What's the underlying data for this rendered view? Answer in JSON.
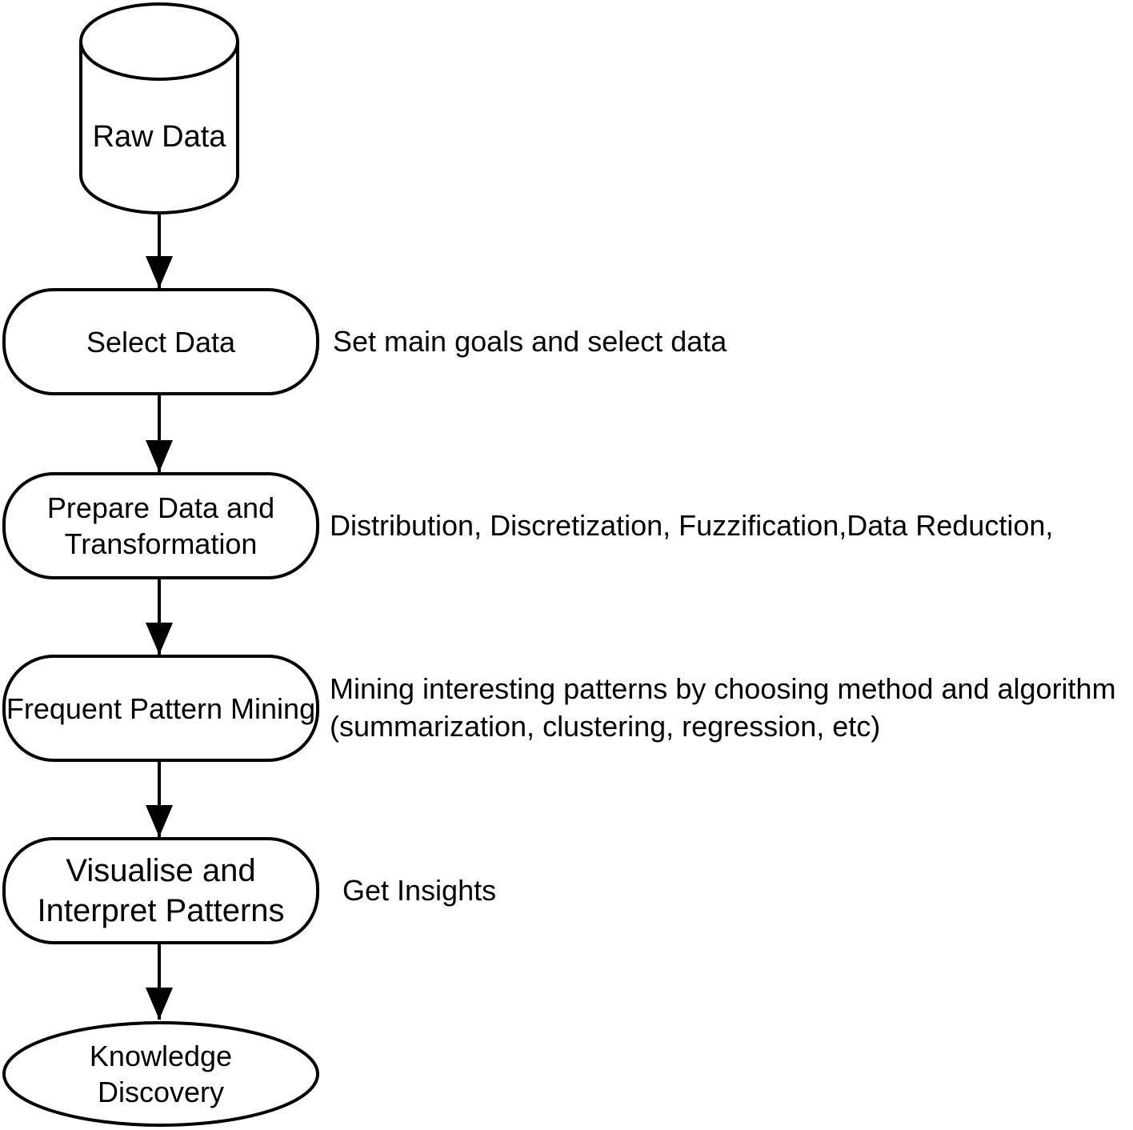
{
  "diagram": {
    "title": "Knowledge discovery process flowchart",
    "colors": {
      "background": "#ffffff",
      "shape_fill": "#ffffff",
      "stroke": "#000000",
      "text": "#000000"
    },
    "nodes": {
      "raw_data": {
        "shape": "cylinder",
        "label": "Raw Data"
      },
      "select_data": {
        "shape": "rounded-rectangle",
        "label": "Select Data"
      },
      "prepare_data": {
        "shape": "rounded-rectangle",
        "label": "Prepare Data and Transformation"
      },
      "frequent_pattern": {
        "shape": "rounded-rectangle",
        "label": "Frequent Pattern Mining"
      },
      "visualise": {
        "shape": "rounded-rectangle",
        "label": "Visualise and Interpret Patterns"
      },
      "knowledge": {
        "shape": "ellipse",
        "label": "Knowledge Discovery"
      }
    },
    "annotations": {
      "select_data": "Set main goals and select data",
      "prepare_data": "Distribution, Discretization, Fuzzification,Data Reduction,",
      "frequent_pattern": "Mining interesting patterns by choosing method and algorithm (summarization, clustering, regression, etc)",
      "visualise": "Get Insights"
    },
    "edges": [
      {
        "from": "raw_data",
        "to": "select_data"
      },
      {
        "from": "select_data",
        "to": "prepare_data"
      },
      {
        "from": "prepare_data",
        "to": "frequent_pattern"
      },
      {
        "from": "frequent_pattern",
        "to": "visualise"
      },
      {
        "from": "visualise",
        "to": "knowledge"
      }
    ]
  }
}
